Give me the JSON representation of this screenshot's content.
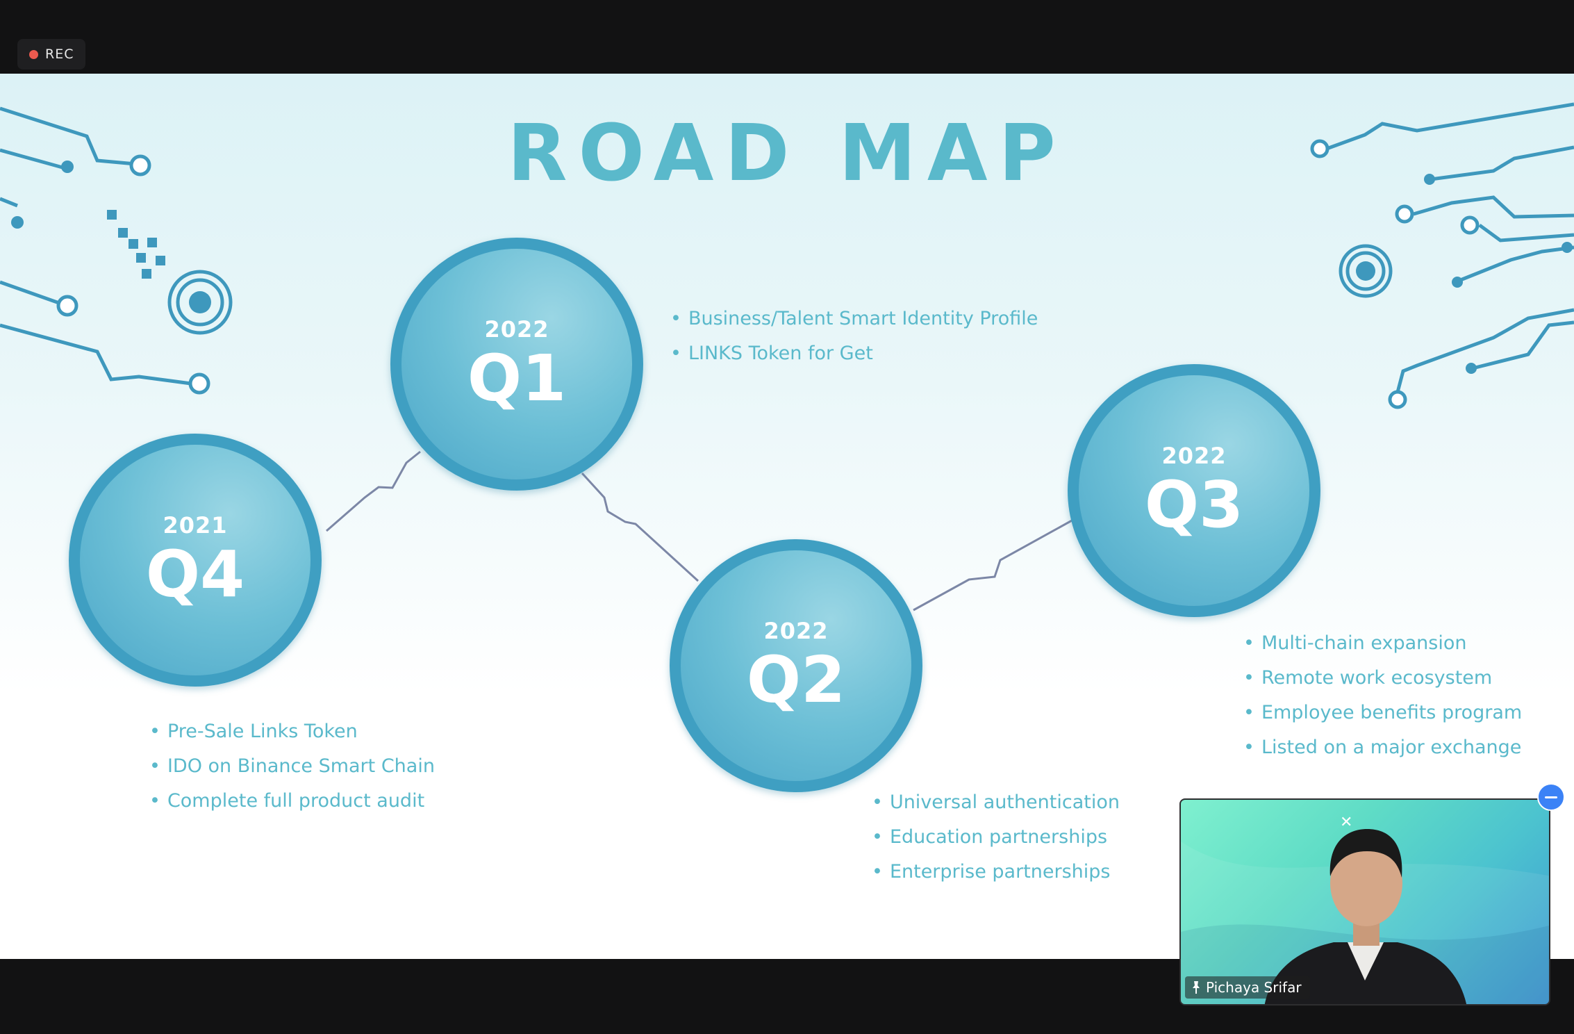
{
  "recording": {
    "label": "REC",
    "icon": "record-dot-icon",
    "color": "#ec5a4f"
  },
  "slide": {
    "title": "ROAD MAP",
    "accent_color": "#5ab9cb",
    "milestones": [
      {
        "year": "2021",
        "quarter": "Q4",
        "items": [
          "Pre-Sale Links Token",
          "IDO on Binance Smart Chain",
          "Complete full product audit"
        ]
      },
      {
        "year": "2022",
        "quarter": "Q1",
        "items": [
          "Business/Talent Smart Identity Profile",
          "LINKS Token for Get"
        ]
      },
      {
        "year": "2022",
        "quarter": "Q2",
        "items": [
          "Universal authentication",
          "Education partnerships",
          "Enterprise partnerships"
        ]
      },
      {
        "year": "2022",
        "quarter": "Q3",
        "items": [
          "Multi-chain expansion",
          "Remote work ecosystem",
          "Employee benefits program",
          "Listed on a major exchange"
        ]
      }
    ]
  },
  "video_tile": {
    "participant_name": "Pichaya Srifar",
    "pin_icon": "pin-icon",
    "close_icon": "close-icon",
    "minimize_icon": "minimize-icon",
    "minimize_color": "#3b82f6"
  }
}
